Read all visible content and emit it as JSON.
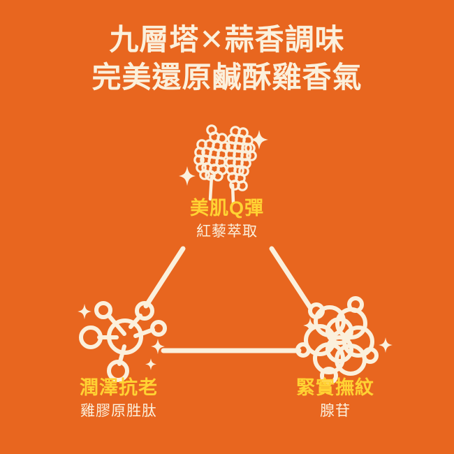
{
  "theme": {
    "background_color": "#E8661F",
    "cream_color": "#FBF0DC",
    "accent_yellow": "#FFD233"
  },
  "headline": {
    "line1": "九層塔✕蒜香調味",
    "line2": "完美還原鹹酥雞香氣"
  },
  "diagram": {
    "layout": "triangle",
    "nodes": [
      {
        "position": "top",
        "icon": "quinoa-grain-icon",
        "title": "美肌Q彈",
        "subtitle": "紅藜萃取",
        "title_color": "#FFD233",
        "subtitle_color": "#FBF0DC"
      },
      {
        "position": "bottom-left",
        "icon": "molecule-icon",
        "title": "潤澤抗老",
        "subtitle": "雞膠原胜肽",
        "title_color": "#FFD233",
        "subtitle_color": "#FBF0DC"
      },
      {
        "position": "bottom-right",
        "icon": "cell-cluster-icon",
        "title": "緊實撫紋",
        "subtitle": "腺苷",
        "title_color": "#FFD233",
        "subtitle_color": "#FBF0DC"
      }
    ],
    "connectors": [
      {
        "name": "top-to-bottom-left",
        "from": "top",
        "to": "bottom-left"
      },
      {
        "name": "top-to-bottom-right",
        "from": "top",
        "to": "bottom-right"
      },
      {
        "name": "bottom-left-to-bottom-right",
        "from": "bottom-left",
        "to": "bottom-right"
      }
    ],
    "sparkles_count": 7
  }
}
